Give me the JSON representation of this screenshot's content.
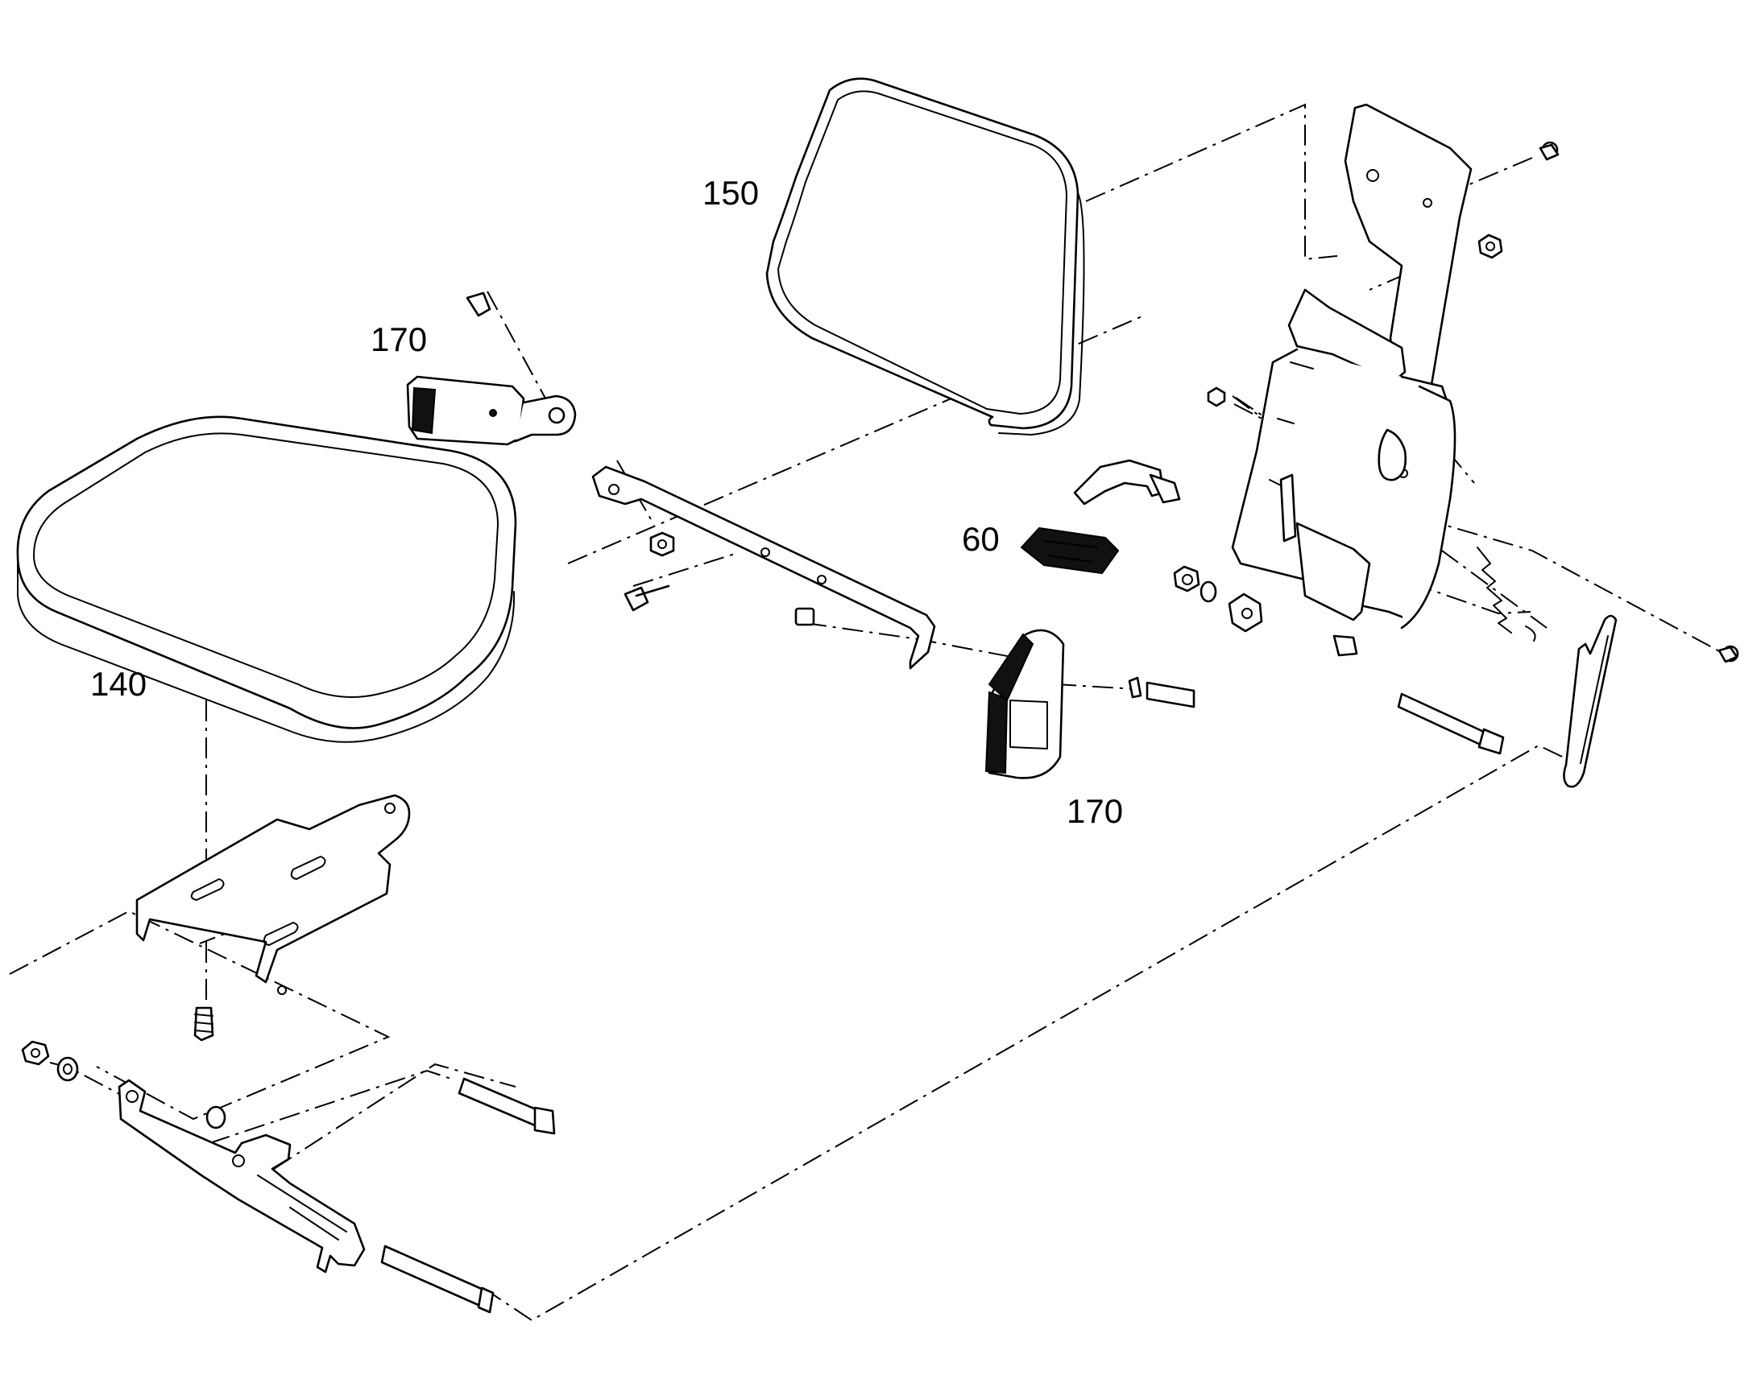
{
  "callouts": {
    "seat": "140",
    "backrest": "150",
    "latch_cover": "60",
    "buckle_upper": "170",
    "buckle_lower": "170"
  }
}
